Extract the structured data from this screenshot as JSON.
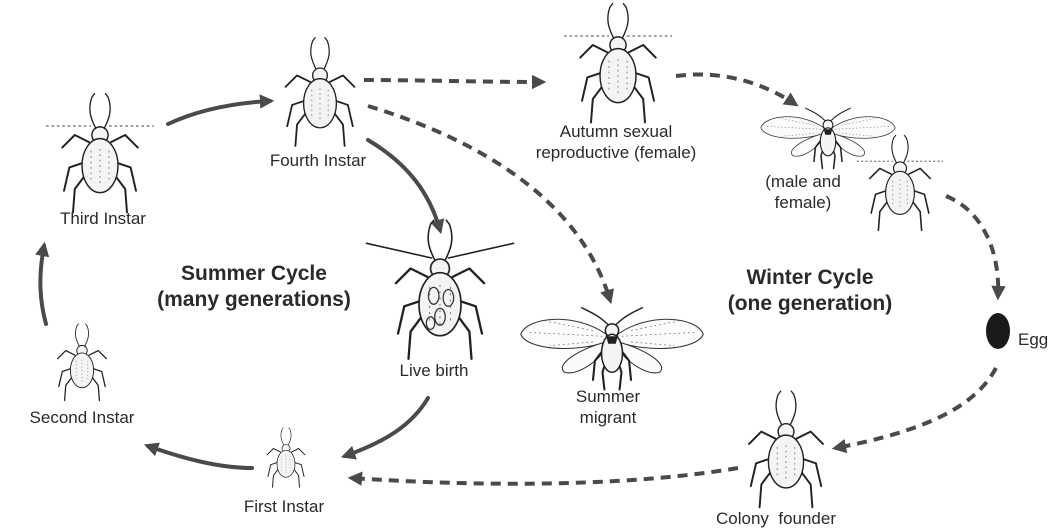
{
  "labels": {
    "third_instar": "Third Instar",
    "fourth_instar": "Fourth Instar",
    "second_instar": "Second Instar",
    "first_instar": "First Instar",
    "live_birth": "Live birth",
    "autumn_line1": "Autumn sexual",
    "autumn_line2": "reproductive (female)",
    "male_female_line1": "(male and",
    "male_female_line2": "female)",
    "summer_migrant_line1": "Summer",
    "summer_migrant_line2": "migrant",
    "egg": "Egg",
    "colony_founder": "Colony  founder"
  },
  "cycles": {
    "summer_line1": "Summer Cycle",
    "summer_line2": "(many generations)",
    "winter_line1": "Winter Cycle",
    "winter_line2": "(one generation)"
  }
}
